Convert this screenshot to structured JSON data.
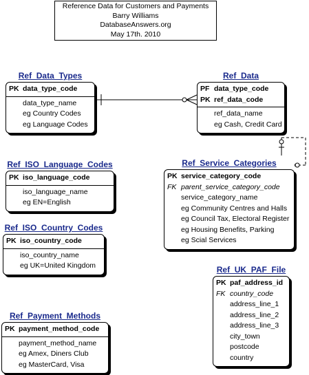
{
  "header": {
    "lines": [
      "Reference Data for Customers and Payments",
      "Barry Williams",
      "DatabaseAnswers.org",
      "May 17th. 2010"
    ]
  },
  "entities": {
    "ref_data_types": {
      "title": "Ref_Data_Types",
      "pk": [
        {
          "tag": "PK",
          "name": "data_type_code"
        }
      ],
      "attrs": [
        "data_type_name",
        "eg Country Codes",
        "eg Language Codes"
      ]
    },
    "ref_data": {
      "title": "Ref_Data",
      "pk": [
        {
          "tag": "PF",
          "name": "data_type_code"
        },
        {
          "tag": "PK",
          "name": "ref_data_code"
        }
      ],
      "attrs": [
        "ref_data_name",
        "eg Cash, Credit Card"
      ]
    },
    "ref_iso_language_codes": {
      "title": "Ref_ISO_Language_Codes",
      "pk": [
        {
          "tag": "PK",
          "name": "iso_language_code"
        }
      ],
      "attrs": [
        "iso_language_name",
        "eg EN=English"
      ]
    },
    "ref_service_categories": {
      "title": "Ref_Service_Categories",
      "pk": [
        {
          "tag": "PK",
          "name": "service_category_code"
        }
      ],
      "fk": [
        {
          "tag": "FK",
          "name": "parent_service_category_code"
        }
      ],
      "attrs": [
        "service_category_name",
        "eg Community Centres and  Halls",
        "eg Council Tax, Electoral Register",
        "eg Housing Benefits, Parking",
        "eg Scial Services"
      ]
    },
    "ref_iso_country_codes": {
      "title": "Ref_ISO_Country_Codes",
      "pk": [
        {
          "tag": "PK",
          "name": "iso_country_code"
        }
      ],
      "attrs": [
        "iso_country_name",
        "eg UK=United Kingdom"
      ]
    },
    "ref_uk_paf_file": {
      "title": "Ref_UK_PAF_File",
      "pk": [
        {
          "tag": "PK",
          "name": "paf_address_id"
        }
      ],
      "fk": [
        {
          "tag": "FK",
          "name": "country_code"
        }
      ],
      "attrs": [
        "address_line_1",
        "address_line_2",
        "address_line_3",
        "city_town",
        "postcode",
        "country"
      ]
    },
    "ref_payment_methods": {
      "title": "Ref_Payment_Methods",
      "pk": [
        {
          "tag": "PK",
          "name": "payment_method_code"
        }
      ],
      "attrs": [
        "payment_method_name",
        "eg Amex, Diners Club",
        "eg MasterCard, Visa"
      ]
    }
  }
}
